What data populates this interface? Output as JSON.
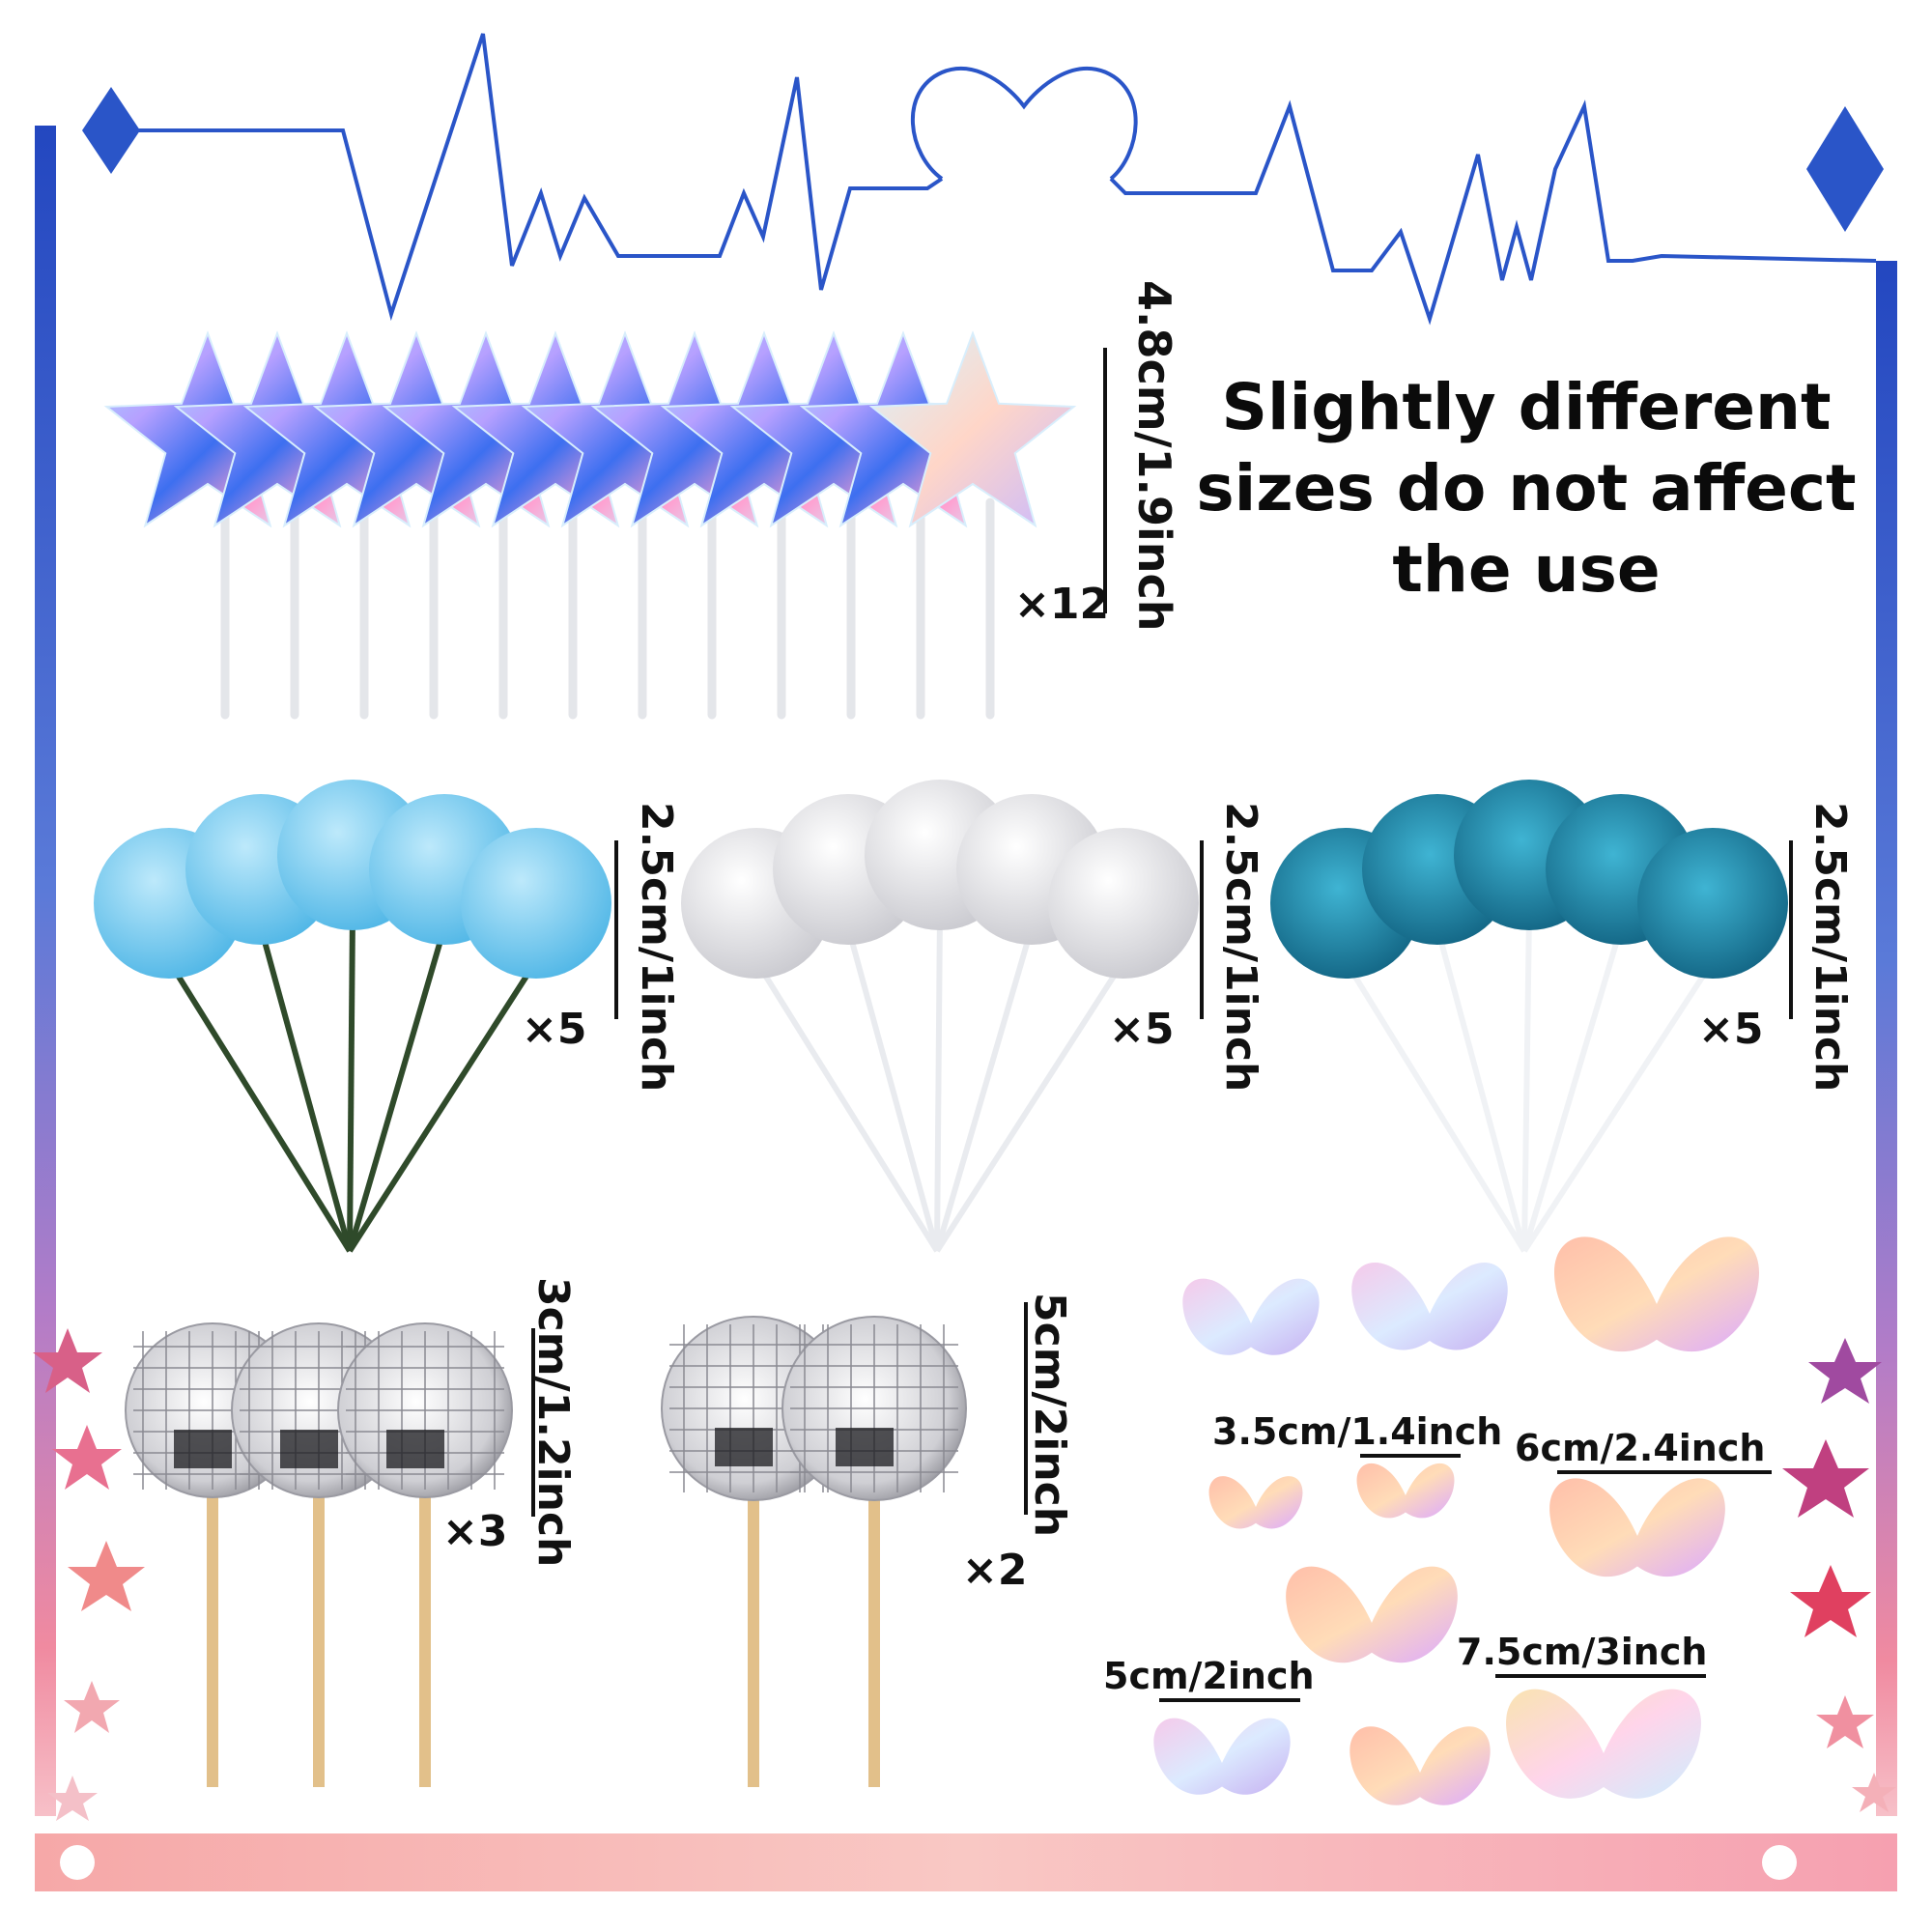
{
  "headline": {
    "line1": "Slightly different",
    "line2": "sizes do not affect",
    "line3": "the use"
  },
  "stars": {
    "size": "4.8cm/1.9inch",
    "count": "×12",
    "quantity": 12
  },
  "balls": [
    {
      "name": "light blue balls",
      "size": "2.5cm/1inch",
      "count": "×5",
      "quantity": 5,
      "color": "#7fd0f0"
    },
    {
      "name": "white balls",
      "size": "2.5cm/1inch",
      "count": "×5",
      "quantity": 5,
      "color": "#e8e8ea"
    },
    {
      "name": "glitter blue balls",
      "size": "2.5cm/1inch",
      "count": "×5",
      "quantity": 5,
      "color": "#1a8fb0"
    }
  ],
  "disco": [
    {
      "size": "3cm/1.2inch",
      "count": "×3",
      "quantity": 3
    },
    {
      "size": "5cm/2inch",
      "count": "×2",
      "quantity": 2
    }
  ],
  "butterflies": {
    "size_a": "3.5cm/1.4inch",
    "size_b": "6cm/2.4inch",
    "size_c": "5cm/2inch",
    "size_d": "7.5cm/3inch"
  },
  "colors": {
    "frame_blue": "#2a55c8",
    "accent_pink": "#e86a8a",
    "text": "#111111"
  }
}
